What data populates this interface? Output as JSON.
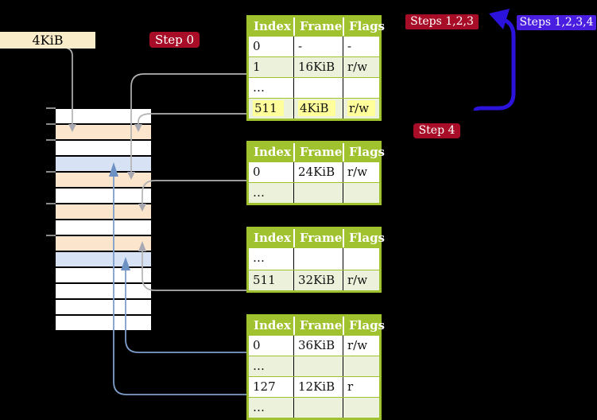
{
  "frame_label": {
    "text": "4KiB"
  },
  "badges": {
    "step0": {
      "text": "Step 0",
      "color": "#A80D28"
    },
    "steps123": {
      "text": "Steps 1,2,3",
      "color": "#A80D28"
    },
    "steps1234": {
      "text": "Steps 1,2,3,4",
      "color": "#4A1EE0"
    },
    "step4": {
      "text": "Step 4",
      "color": "#A80D28"
    }
  },
  "tables": [
    {
      "id": "page-table-level4",
      "headers": [
        "Index",
        "Frame",
        "Flags"
      ],
      "rows": [
        [
          "0",
          "-",
          "-"
        ],
        [
          "1",
          "16KiB",
          "r/w"
        ],
        [
          "…",
          "",
          ""
        ],
        [
          "511",
          "4KiB",
          "r/w"
        ]
      ],
      "highlighted_row": 3
    },
    {
      "id": "page-table-level3",
      "headers": [
        "Index",
        "Frame",
        "Flags"
      ],
      "rows": [
        [
          "0",
          "24KiB",
          "r/w"
        ],
        [
          "…",
          "",
          ""
        ]
      ]
    },
    {
      "id": "page-table-level2",
      "headers": [
        "Index",
        "Frame",
        "Flags"
      ],
      "rows": [
        [
          "…",
          "",
          ""
        ],
        [
          "511",
          "32KiB",
          "r/w"
        ]
      ]
    },
    {
      "id": "page-table-level1",
      "headers": [
        "Index",
        "Frame",
        "Flags"
      ],
      "rows": [
        [
          "0",
          "36KiB",
          "r/w"
        ],
        [
          "…",
          "",
          ""
        ],
        [
          "127",
          "12KiB",
          "r"
        ],
        [
          "…",
          "",
          ""
        ]
      ]
    }
  ],
  "memory_stack": {
    "row_colors": [
      "white",
      "peach",
      "white",
      "blue",
      "peach",
      "white",
      "peach",
      "white",
      "peach",
      "blue",
      "white",
      "white",
      "white",
      "white"
    ]
  },
  "colors": {
    "background": "#000000",
    "table_header_bg": "#A0C22F",
    "table_alt_row_bg": "#EBF1DA",
    "highlight_yellow": "#FFFF9C",
    "badge_red": "#A80D28",
    "badge_blue": "#4A1EE0",
    "thick_arrow_blue": "#2B13DC",
    "connector_gray": "#B3B3B3",
    "connector_blue": "#7D9ECC",
    "frame_label_bg": "#F9ECC8",
    "stack_peach": "#FCE5CD",
    "stack_blue": "#D7E3F5"
  }
}
